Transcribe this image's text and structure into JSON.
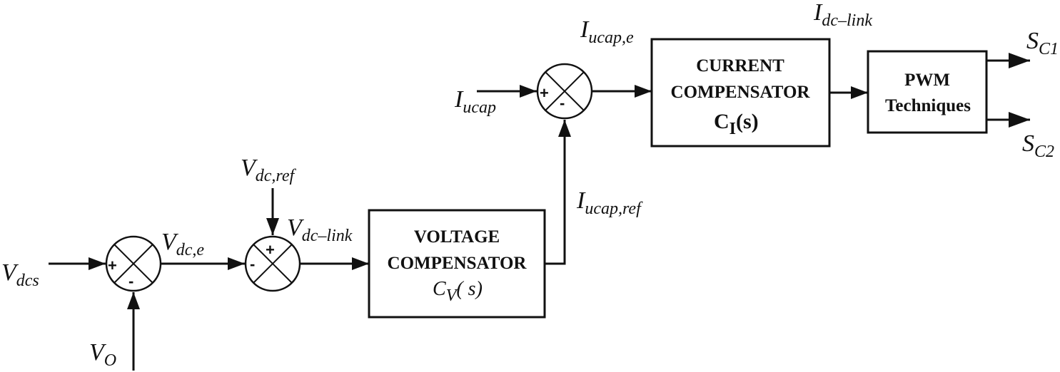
{
  "signals": {
    "v_dcs": {
      "main": "V",
      "sub": "dcs"
    },
    "v_o": {
      "main": "V",
      "sub": "O"
    },
    "v_dc_e": {
      "main": "V",
      "sub": "dc,e"
    },
    "v_dc_ref": {
      "main": "V",
      "sub": "dc,ref"
    },
    "v_dc_link": {
      "main": "V",
      "sub": "dc–link"
    },
    "i_ucap_ref": {
      "main": "I",
      "sub": "ucap,ref"
    },
    "i_ucap": {
      "main": "I",
      "sub": "ucap"
    },
    "i_ucap_e": {
      "main": "I",
      "sub": "ucap,e"
    },
    "i_dc_link": {
      "main": "I",
      "sub": "dc–link"
    },
    "s_c1": {
      "main": "S",
      "sub": "C1"
    },
    "s_c2": {
      "main": "S",
      "sub": "C2"
    }
  },
  "blocks": {
    "voltage_compensator": {
      "line1": "VOLTAGE",
      "line2": "COMPENSATOR",
      "tf_main": "C",
      "tf_sub": "V",
      "tf_arg": "( s)"
    },
    "current_compensator": {
      "line1": "CURRENT",
      "line2": "COMPENSATOR",
      "tf_main": "C",
      "tf_sub": "I",
      "tf_arg": "(s)"
    },
    "pwm": {
      "line1": "PWM",
      "line2": "Techniques"
    }
  },
  "summing_junctions": {
    "sj1": {
      "plus": "+",
      "minus": "-"
    },
    "sj2": {
      "plus": "+",
      "minus": "-"
    },
    "sj3": {
      "plus": "+",
      "minus": "-"
    }
  }
}
